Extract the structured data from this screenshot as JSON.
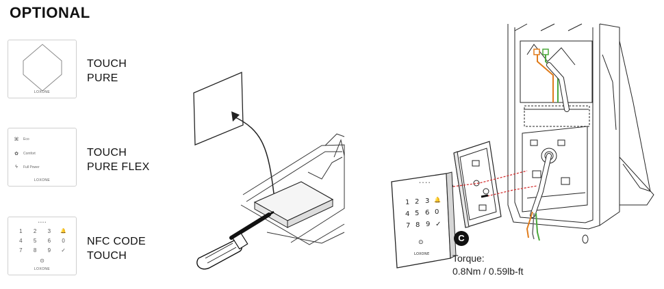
{
  "page": {
    "title": "OPTIONAL"
  },
  "options": [
    {
      "label_line1": "TOUCH",
      "label_line2": "PURE",
      "brand": "LOXONE"
    },
    {
      "label_line1": "TOUCH",
      "label_line2": "PURE FLEX",
      "brand": "LOXONE",
      "rows": [
        {
          "icon": "fan-icon",
          "glyph": "⌘",
          "text": "Eco"
        },
        {
          "icon": "gear-icon",
          "glyph": "✿",
          "text": "Comfort"
        },
        {
          "icon": "bolt-icon",
          "glyph": "ϟ",
          "text": "Full Power"
        }
      ]
    },
    {
      "label_line1": "NFC CODE",
      "label_line2": "TOUCH",
      "brand": "LOXONE",
      "indicator": "• • • •",
      "keys": [
        "1",
        "2",
        "3",
        "🔔",
        "4",
        "5",
        "6",
        "0",
        "7",
        "8",
        "9",
        "✓"
      ],
      "nfc_symbol": "⊙"
    }
  ],
  "installation": {
    "keypad_keys": [
      "1",
      "2",
      "3",
      "🔔",
      "4",
      "5",
      "6",
      "0",
      "7",
      "8",
      "9",
      "✓"
    ],
    "keypad_nfc_symbol": "⊙",
    "keypad_brand": "LOXONE",
    "step": "C",
    "torque_label": "Torque:",
    "torque_value": "0.8Nm / 0.59lb-ft"
  },
  "colors": {
    "wire_orange": "#e07b1a",
    "wire_green": "#4aa83a",
    "screw_dash": "#d32f2f"
  }
}
